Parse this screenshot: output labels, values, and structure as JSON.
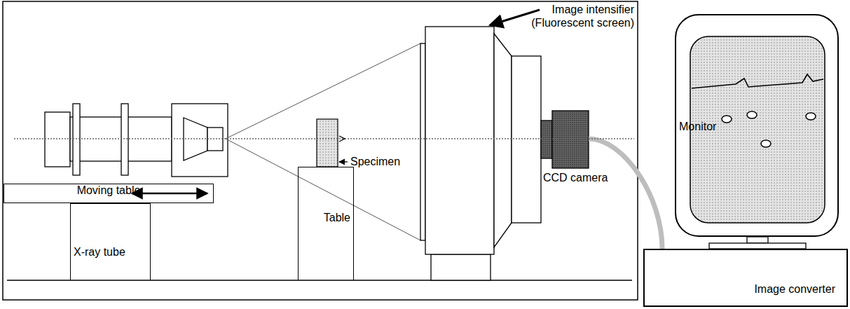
{
  "diagram": {
    "nodes": [
      {
        "text": [
          "Moving table"
        ]
      },
      {
        "text": [
          "X-ray tube"
        ]
      },
      {
        "text": [
          "Table"
        ]
      },
      {
        "text": [
          "Monitor"
        ]
      },
      {
        "text": [
          "Image converter"
        ]
      }
    ],
    "labels": [
      "Image intensifier (Fluorescent screen)",
      "Specimen",
      "CCD camera"
    ]
  }
}
